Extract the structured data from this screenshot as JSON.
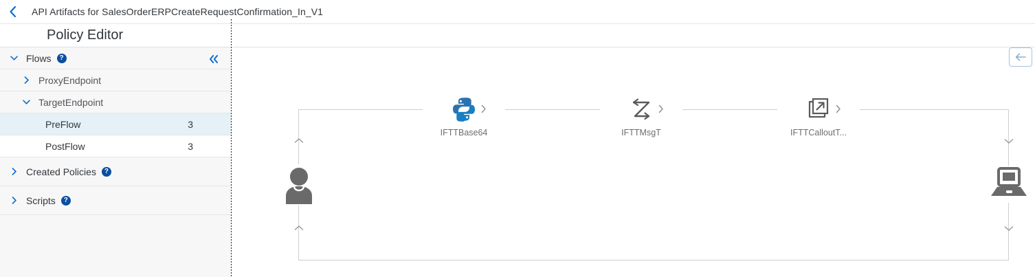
{
  "breadcrumb": {
    "back_icon": "chevron-left-icon",
    "title": "API Artifacts for SalesOrderERPCreateRequestConfirmation_In_V1"
  },
  "page": {
    "title": "Policy Editor"
  },
  "sidebar": {
    "collapse_icon": "double-chevron-left-icon",
    "help_icon_glyph": "?",
    "items": [
      {
        "label": "Flows",
        "level": 0,
        "expanded": true,
        "has_help": true,
        "count": "",
        "selected": false
      },
      {
        "label": "ProxyEndpoint",
        "level": 1,
        "expanded": false,
        "has_help": false,
        "count": "",
        "selected": false
      },
      {
        "label": "TargetEndpoint",
        "level": 1,
        "expanded": true,
        "has_help": false,
        "count": "",
        "selected": false
      },
      {
        "label": "PreFlow",
        "level": 2,
        "expanded": null,
        "has_help": false,
        "count": "3",
        "selected": true
      },
      {
        "label": "PostFlow",
        "level": 2,
        "expanded": null,
        "has_help": false,
        "count": "3",
        "selected": false
      },
      {
        "label": "Created Policies",
        "level": 0,
        "expanded": false,
        "has_help": true,
        "count": "",
        "selected": false
      },
      {
        "label": "Scripts",
        "level": 0,
        "expanded": false,
        "has_help": true,
        "count": "",
        "selected": false
      }
    ]
  },
  "canvas": {
    "back_button_icon": "arrow-left-icon",
    "source_icon": "person-icon",
    "target_icon": "laptop-icon",
    "nodes": [
      {
        "label": "IFTTBase64",
        "icon": "python-icon"
      },
      {
        "label": "IFTTMsgT",
        "icon": "message-transform-icon"
      },
      {
        "label": "IFTTCalloutT...",
        "icon": "external-callout-icon"
      }
    ]
  },
  "colors": {
    "accent_blue": "#0a6ed1",
    "help_blue": "#0a4fa0",
    "selected_row": "#e5f0f7",
    "sidebar_bg": "#f7f7f7",
    "wire_grey": "#cfcfcf",
    "icon_grey": "#6a6d70",
    "python_blue": "#1a7fc1",
    "button_border": "#a7c1dd"
  }
}
